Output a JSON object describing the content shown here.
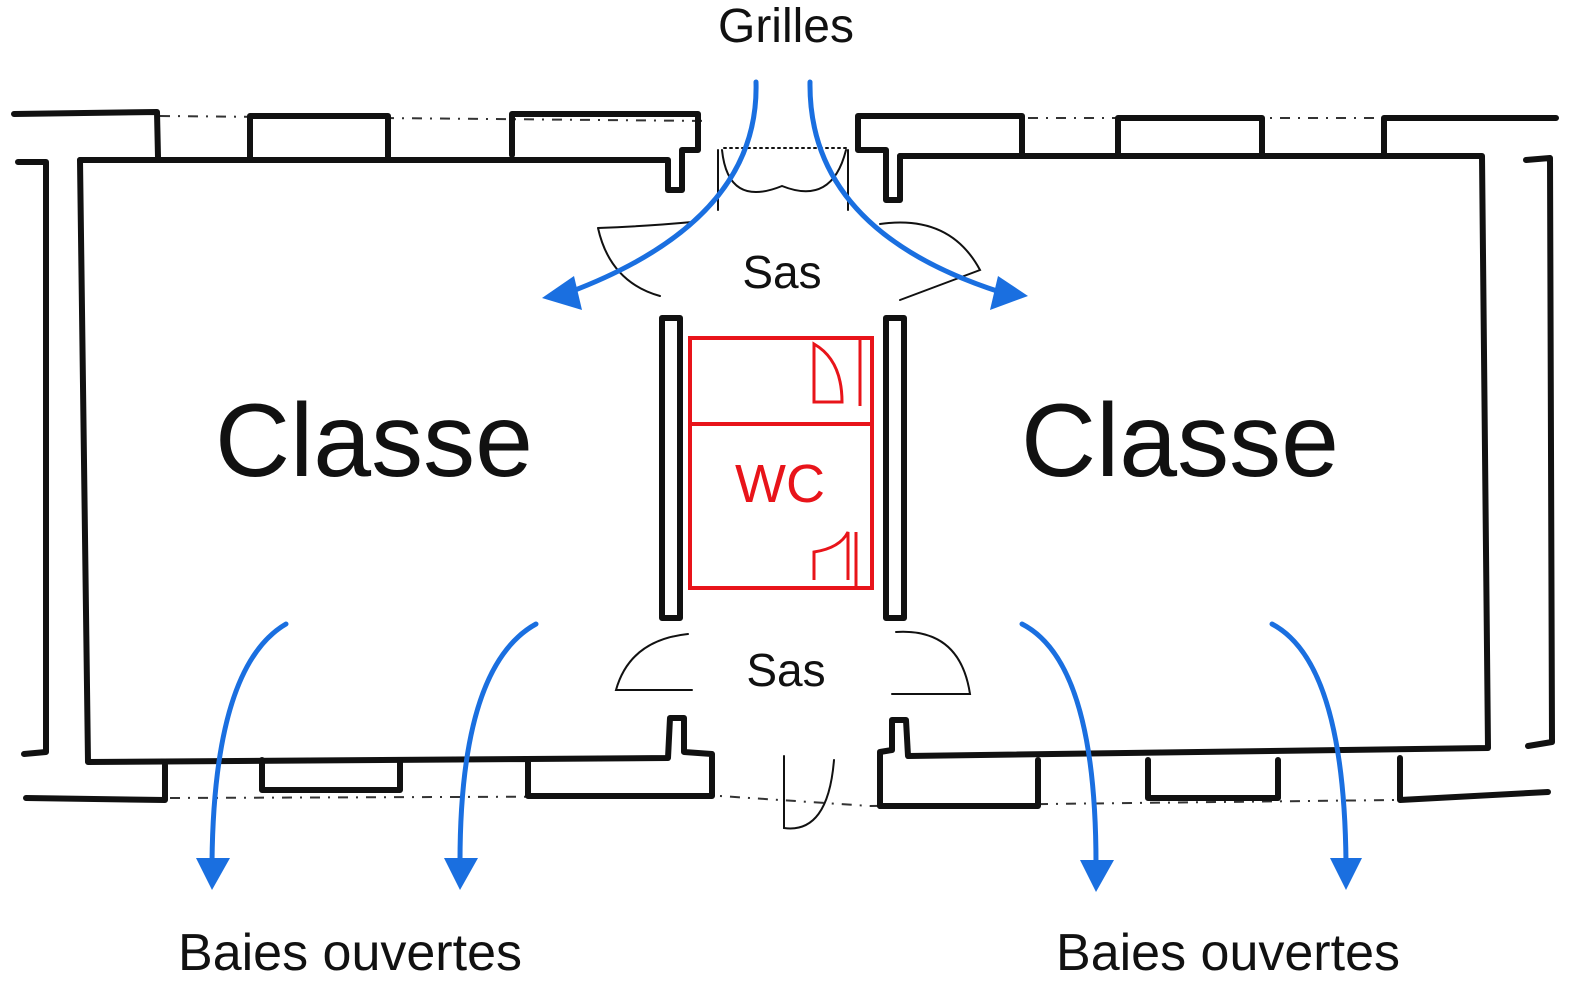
{
  "labels": {
    "top_label": "Grilles",
    "airlock_top": "Sas",
    "airlock_bottom": "Sas",
    "classroom_left": "Classe",
    "classroom_right": "Classe",
    "wc": "WC",
    "bottom_left": "Baies ouvertes",
    "bottom_right": "Baies ouvertes"
  },
  "colors": {
    "walls": "#111111",
    "airflow": "#1a6fe0",
    "wc": "#e8141a"
  }
}
